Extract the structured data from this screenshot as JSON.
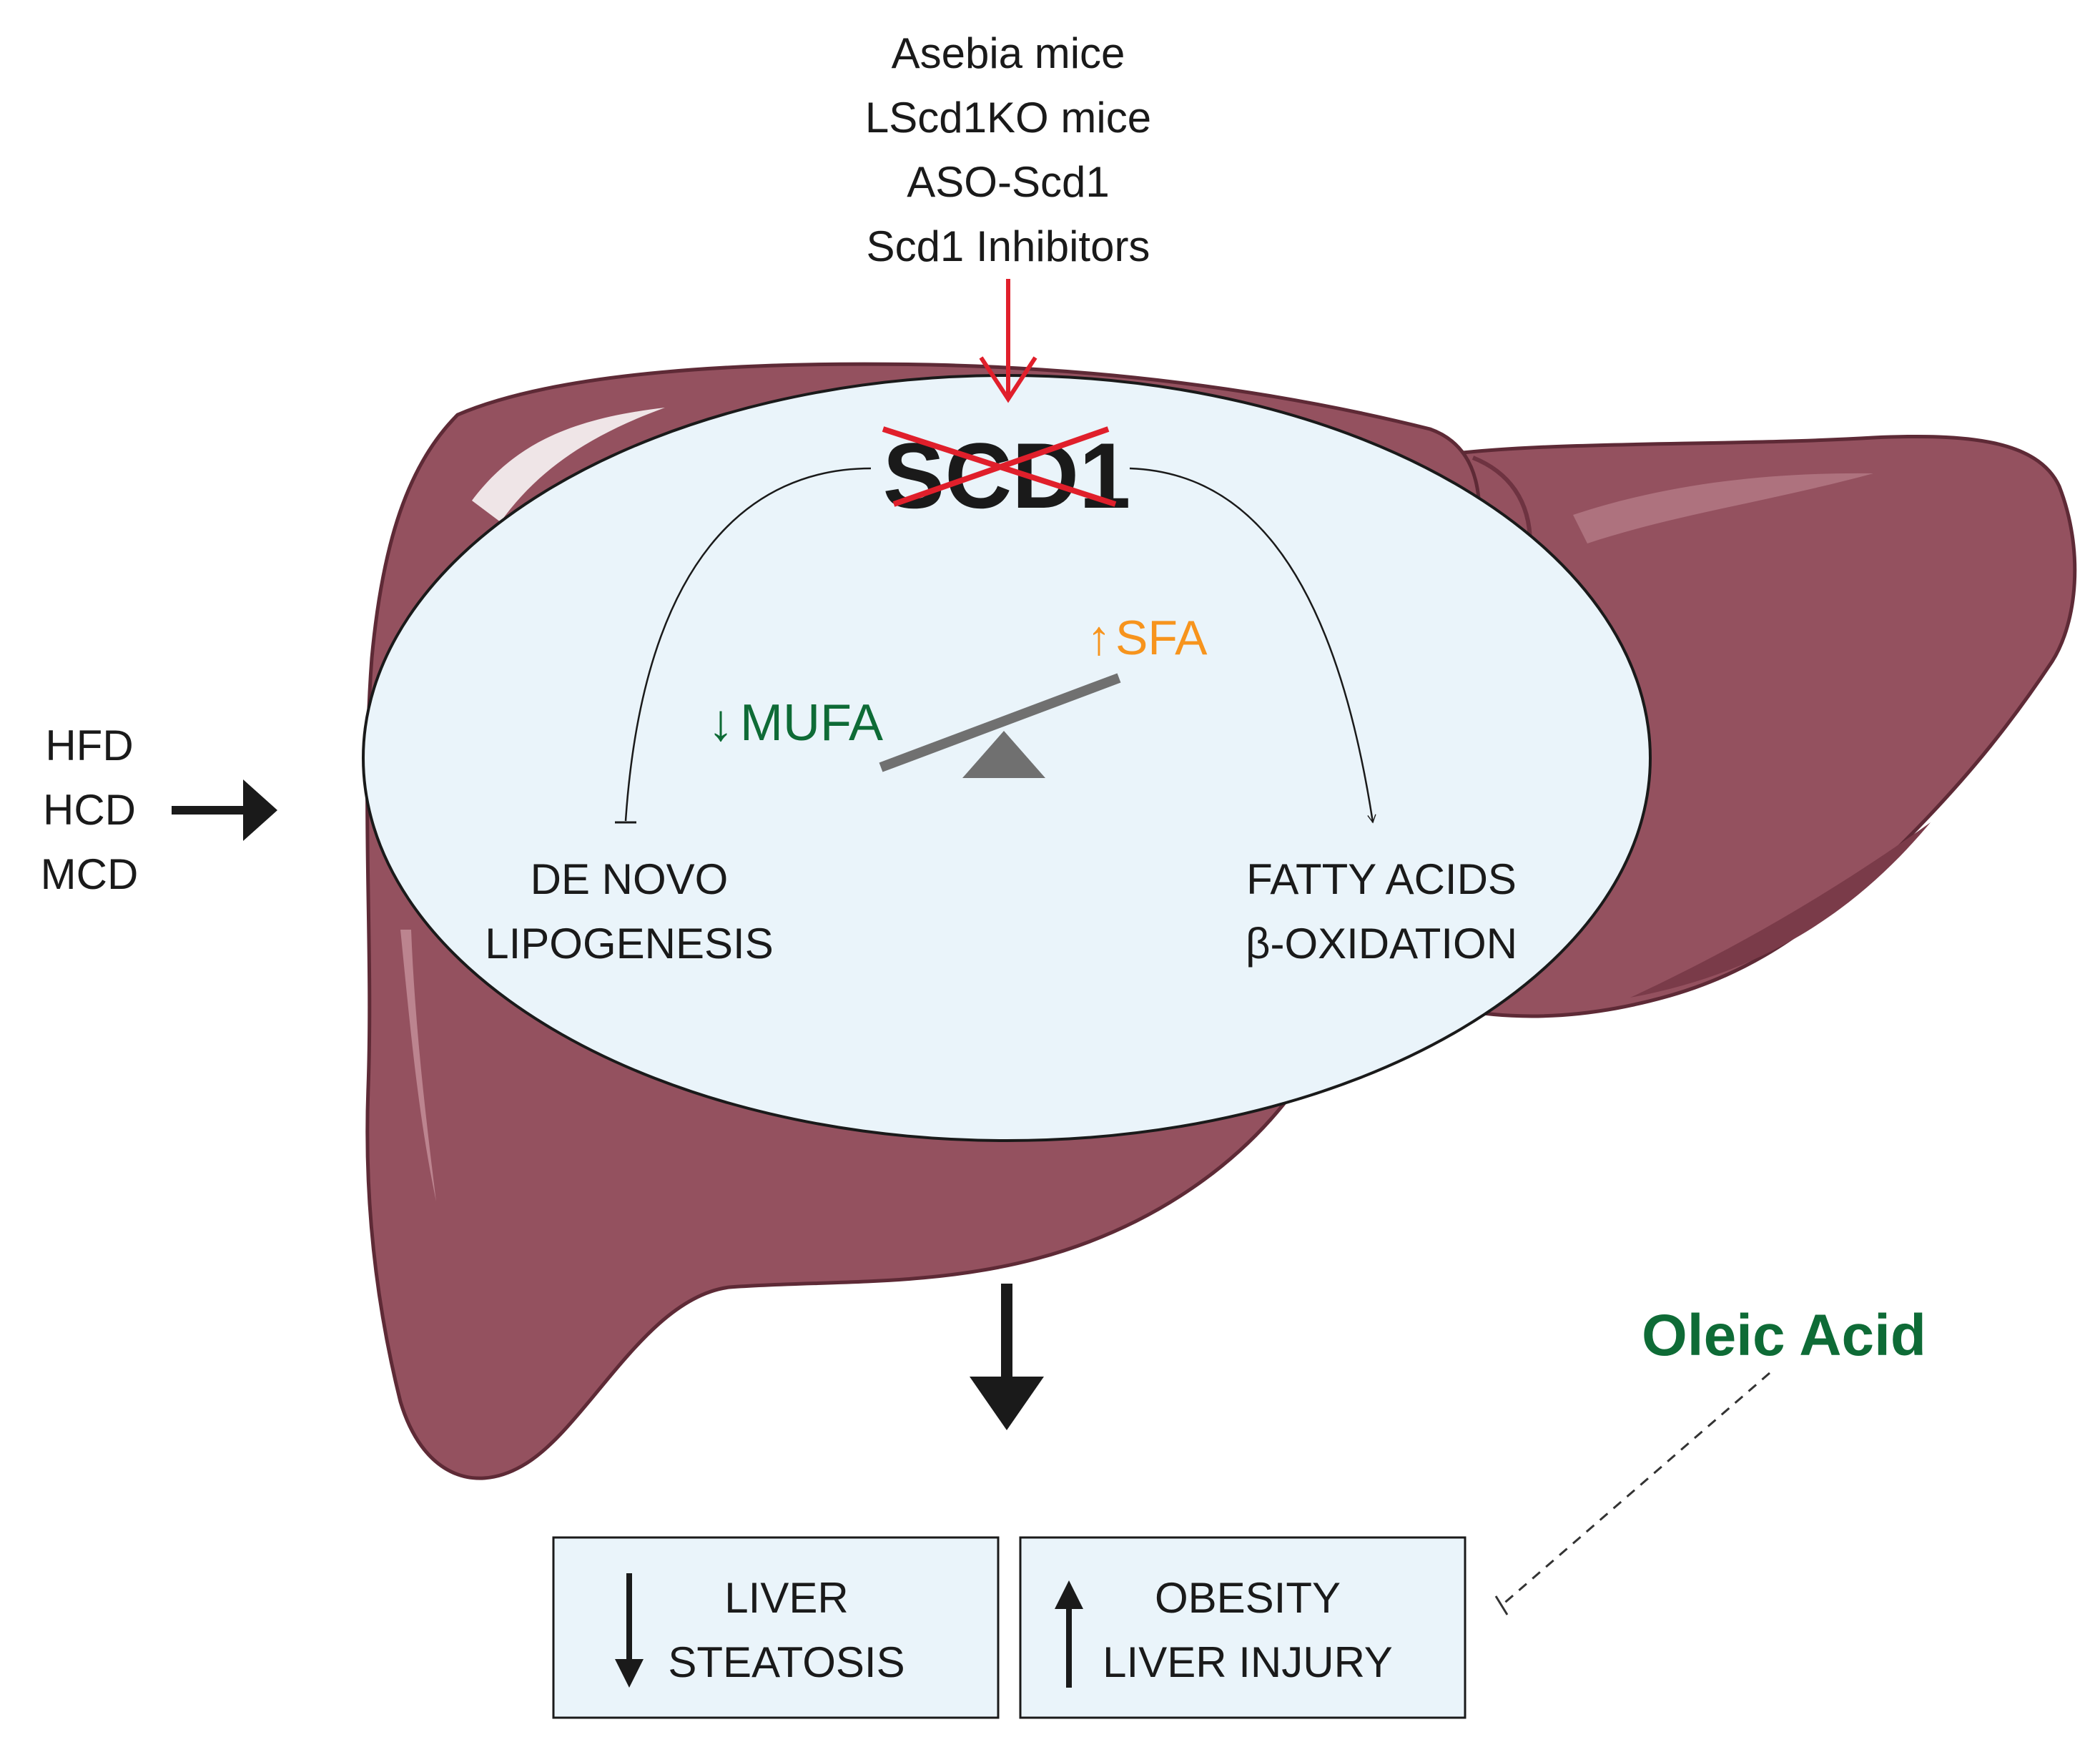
{
  "interventions": {
    "lines": [
      "Asebia mice",
      "LScd1KO mice",
      "ASO-Scd1",
      "Scd1 Inhibitors"
    ]
  },
  "diets": {
    "lines": [
      "HFD",
      "HCD",
      "MCD"
    ]
  },
  "scd1": {
    "label": "SCD1"
  },
  "lipids": {
    "mufa_arrow": "↓",
    "mufa_label": "MUFA",
    "sfa_arrow": "↑",
    "sfa_label": "SFA"
  },
  "processes": {
    "lipogenesis_line1": "DE NOVO",
    "lipogenesis_line2": "LIPOGENESIS",
    "oxidation_line1": "FATTY ACIDS",
    "oxidation_line2": "β-OXIDATION"
  },
  "outcomes": {
    "box1_line1": "LIVER",
    "box1_line2": "STEATOSIS",
    "box2_line1": "OBESITY",
    "box2_line2": "LIVER INJURY"
  },
  "oleic_acid": {
    "label": "Oleic Acid"
  },
  "colors": {
    "liver": "#94515f",
    "liver_dark": "#7a3b49",
    "liver_highlight": "#b07682",
    "ellipse_fill": "#eaf4fa",
    "inhibition_red": "#e01f2b",
    "green": "#0e6b36",
    "orange": "#f7941d",
    "seesaw": "#707070"
  }
}
